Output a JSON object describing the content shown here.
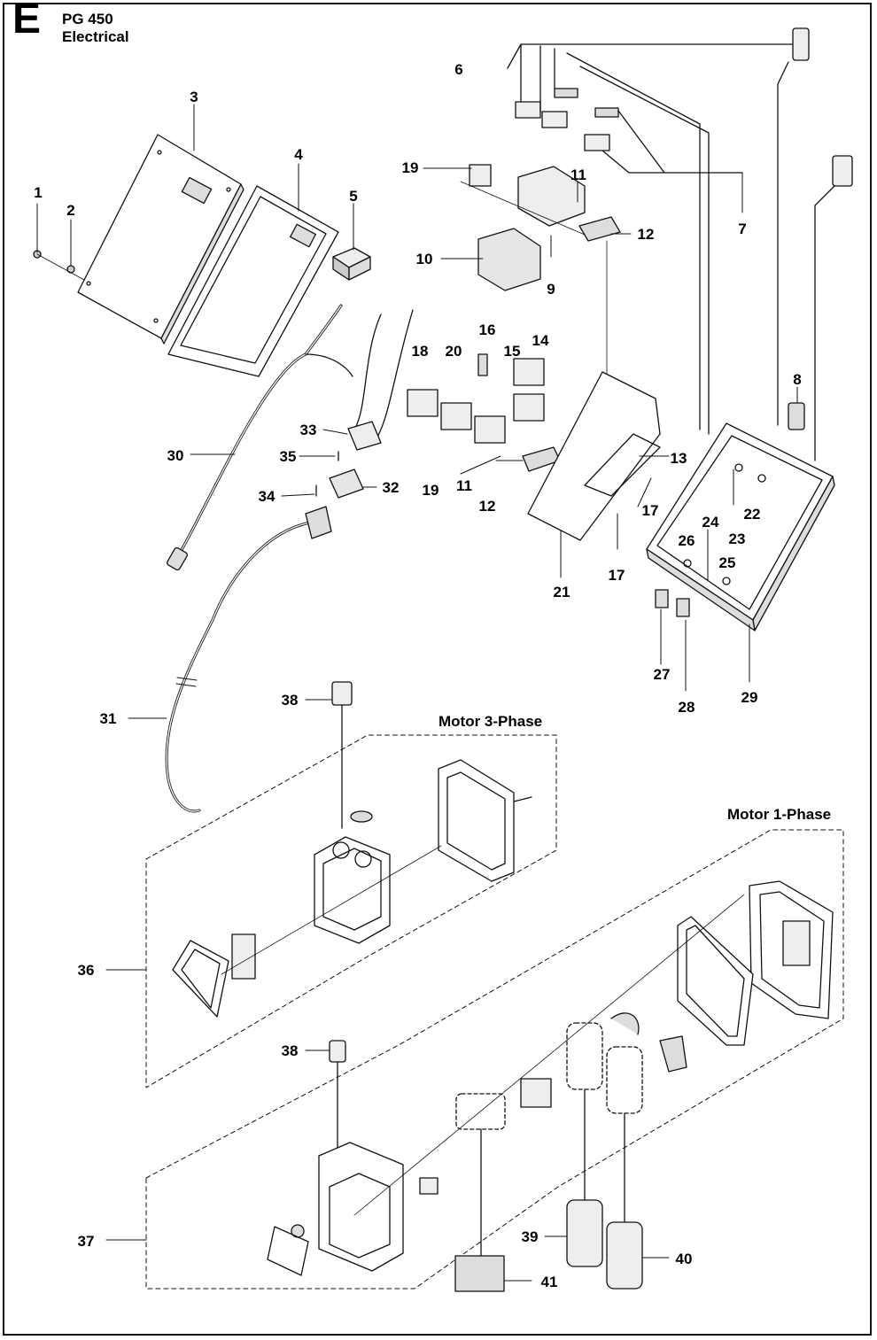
{
  "header": {
    "section_letter": "E",
    "model": "PG 450",
    "subtitle": "Electrical"
  },
  "groups": {
    "motor_3_phase": "Motor 3-Phase",
    "motor_1_phase": "Motor 1-Phase"
  },
  "callouts": {
    "c1": "1",
    "c2": "2",
    "c3": "3",
    "c4": "4",
    "c5": "5",
    "c6": "6",
    "c7": "7",
    "c8": "8",
    "c9": "9",
    "c10": "10",
    "c11a": "11",
    "c11b": "11",
    "c12a": "12",
    "c12b": "12",
    "c13": "13",
    "c14": "14",
    "c15": "15",
    "c16": "16",
    "c17a": "17",
    "c17b": "17",
    "c18": "18",
    "c19a": "19",
    "c19b": "19",
    "c20": "20",
    "c21": "21",
    "c22": "22",
    "c23": "23",
    "c24": "24",
    "c25": "25",
    "c26": "26",
    "c27": "27",
    "c28": "28",
    "c29": "29",
    "c30": "30",
    "c31": "31",
    "c32": "32",
    "c33": "33",
    "c34": "34",
    "c35": "35",
    "c36": "36",
    "c37": "37",
    "c38a": "38",
    "c38b": "38",
    "c39": "39",
    "c40": "40",
    "c41": "41"
  },
  "colors": {
    "ink": "#111111",
    "paper": "#ffffff",
    "shade": "#d9d9d9"
  }
}
